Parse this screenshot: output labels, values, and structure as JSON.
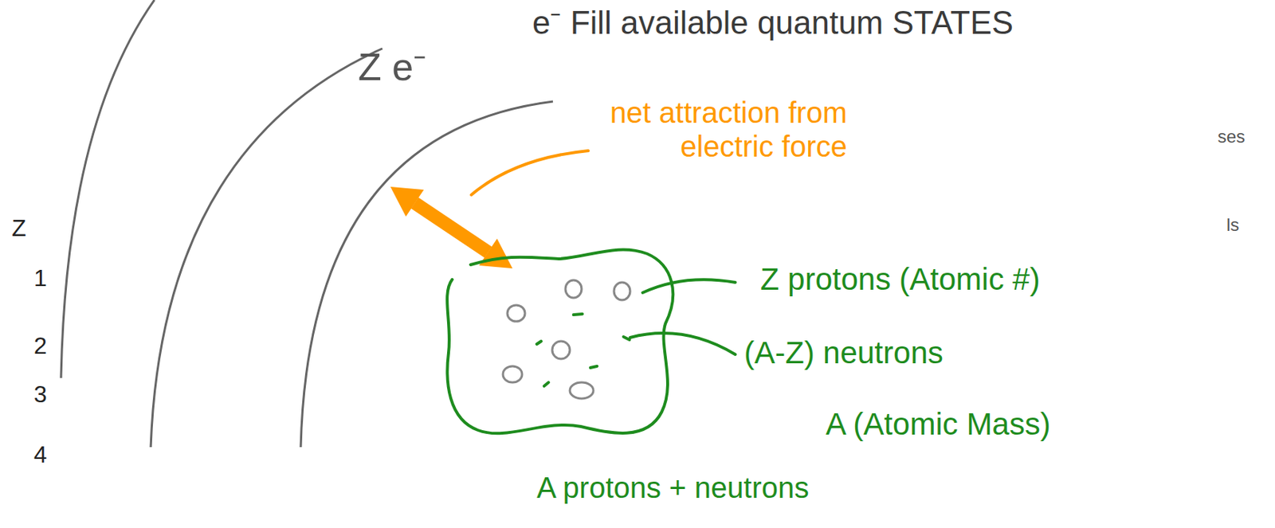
{
  "diagram": {
    "labels": [
      "e⁻ Fill available quantum STATES",
      "Z e⁻",
      "net attraction from electric force",
      "Z protons (Atomic #)",
      "(A-Z) neutrons",
      "A (Atomic Mass)",
      "A protons + neutrons",
      "Z",
      "1",
      "2",
      "3",
      "4",
      "ses",
      "ls"
    ]
  }
}
